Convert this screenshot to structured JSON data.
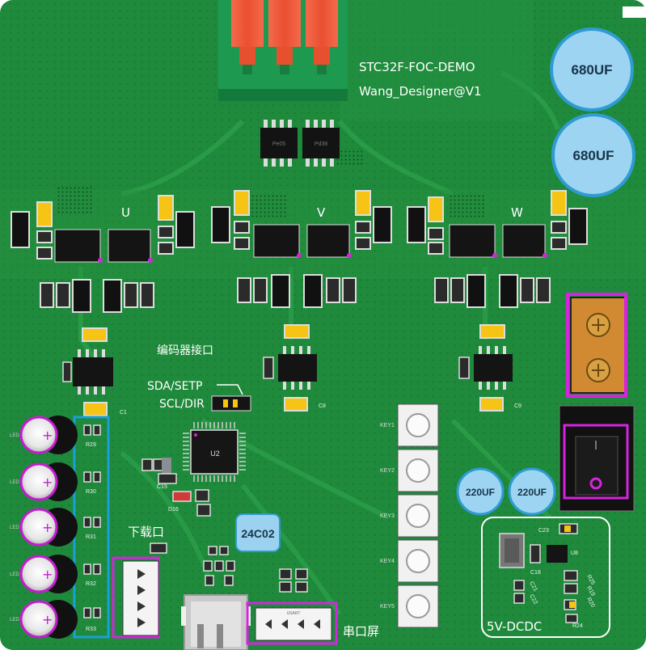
{
  "board": {
    "title": "STC32F-FOC-DEMO",
    "designer": "Wang_Designer@V1",
    "colors": {
      "pcb": "#1f8a3c",
      "pcb_dark": "#187532",
      "copper_trace": "#2a9a47",
      "silk": "#ffffff",
      "connector_green": "#1e9650",
      "connector_orange": "#f0583a",
      "cap_blue": "#9bd2f0",
      "cap_ring": "#2f9bd3",
      "outline_blue": "#19a0d8",
      "outline_magenta": "#c51ccf",
      "smd_yellow": "#f5c414",
      "ic_black": "#151515"
    }
  },
  "phases": [
    {
      "label": "U"
    },
    {
      "label": "V"
    },
    {
      "label": "W"
    }
  ],
  "top_ics": [
    {
      "marking": "Pe05"
    },
    {
      "marking": "Pd38"
    }
  ],
  "electrolytic_caps": [
    {
      "label": "680UF"
    },
    {
      "label": "680UF"
    },
    {
      "label": "220UF"
    },
    {
      "label": "220UF"
    }
  ],
  "eeprom": {
    "label": "24C02"
  },
  "encoder": {
    "title": "编码器接口",
    "sda": "SDA/SETP",
    "scl": "SCL/DIR"
  },
  "mcu": {
    "label": "U2"
  },
  "designators": {
    "c1": "C1",
    "c8": "C8",
    "c9": "C9",
    "c15": "C15",
    "d16": "D16",
    "u8": "U8",
    "c23": "C23",
    "c18": "C18",
    "c21": "C21",
    "c22": "C22",
    "r25": "R25",
    "r19": "R19",
    "r20": "R20",
    "r24": "R24"
  },
  "led_resistors": [
    "R29",
    "R30",
    "R31",
    "R32",
    "R33"
  ],
  "led_labels": [
    "LED",
    "LED",
    "LED",
    "LED",
    "LED"
  ],
  "keys": [
    "KEY1",
    "KEY2",
    "KEY3",
    "KEY4",
    "KEY5"
  ],
  "download_label": "下载口",
  "serial_label": "串口屏",
  "dcdc_label": "5V-DCDC",
  "uart_marking": "USART"
}
